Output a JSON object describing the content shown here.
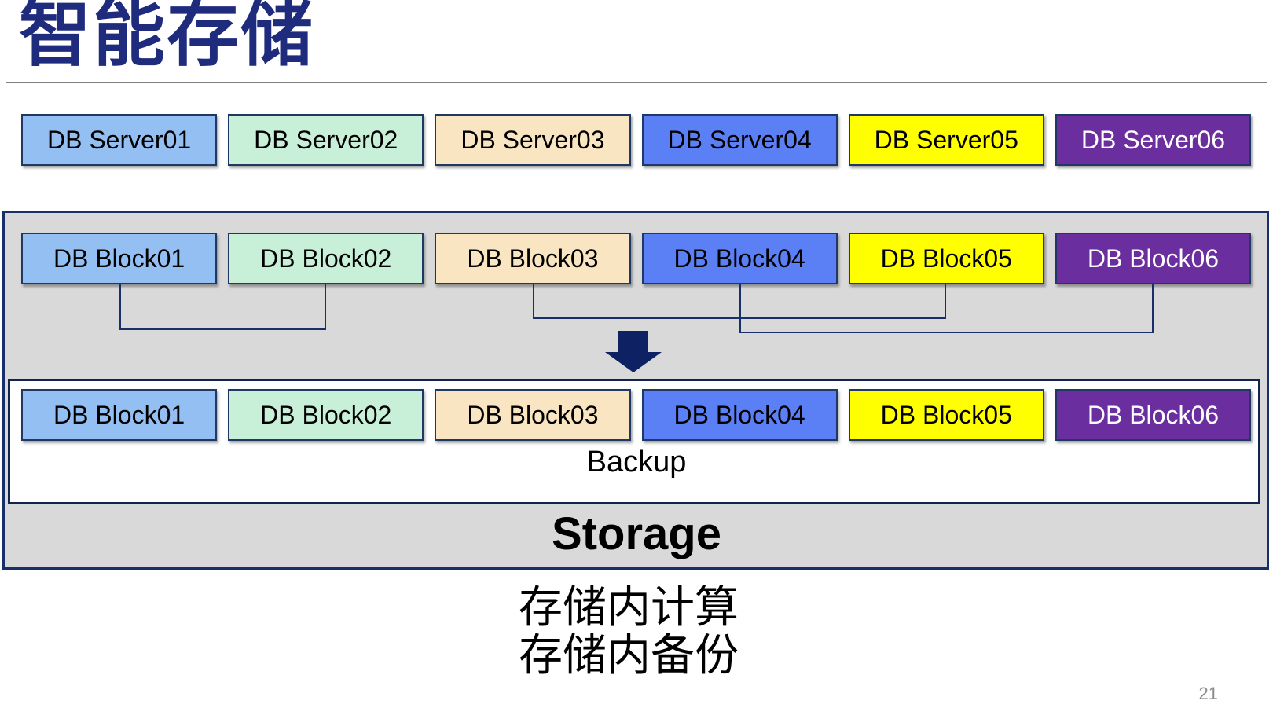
{
  "title": "智能存储",
  "palette": {
    "title_color": "#1F2C7E",
    "rule_gray": "#7F7F7F",
    "box_border_navy": "#1F3864",
    "container_border_navy": "#17306B",
    "connector_navy": "#17306B",
    "arrow_navy": "#0E2163",
    "container_gray_fill": "#D9D9D9",
    "page_number_gray": "#8A8A8A"
  },
  "servers": [
    {
      "label": "DB Server01",
      "fill": "#94BFF2",
      "text_color": "#000000"
    },
    {
      "label": "DB Server02",
      "fill": "#C8EFD8",
      "text_color": "#000000"
    },
    {
      "label": "DB Server03",
      "fill": "#FAE5C2",
      "text_color": "#000000"
    },
    {
      "label": "DB Server04",
      "fill": "#5B80F5",
      "text_color": "#000000"
    },
    {
      "label": "DB Server05",
      "fill": "#FFFF00",
      "text_color": "#000000"
    },
    {
      "label": "DB Server06",
      "fill": "#6B2E9E",
      "text_color": "#FFFFFF"
    }
  ],
  "blocks": [
    {
      "label": "DB Block01",
      "fill": "#94BFF2",
      "text_color": "#000000"
    },
    {
      "label": "DB Block02",
      "fill": "#C8EFD8",
      "text_color": "#000000"
    },
    {
      "label": "DB Block03",
      "fill": "#FAE5C2",
      "text_color": "#000000"
    },
    {
      "label": "DB Block04",
      "fill": "#5B80F5",
      "text_color": "#000000"
    },
    {
      "label": "DB Block05",
      "fill": "#FFFF00",
      "text_color": "#000000"
    },
    {
      "label": "DB Block06",
      "fill": "#6B2E9E",
      "text_color": "#FFFFFF"
    }
  ],
  "backup_label": "Backup",
  "storage_label": "Storage",
  "caption": {
    "line1": "存储内计算",
    "line2": "存储内备份"
  },
  "page_number": "21"
}
